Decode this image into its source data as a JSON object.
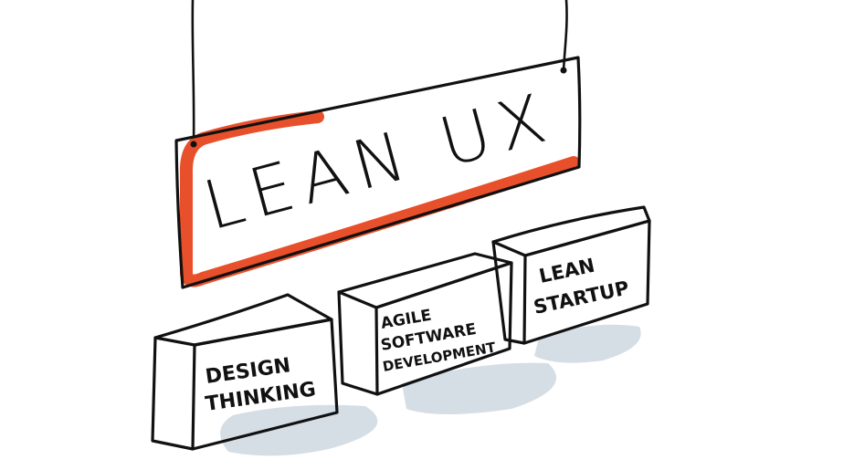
{
  "sign": {
    "title": "LEAN UX",
    "accent_color": "#e8502c"
  },
  "blocks": [
    {
      "lines": [
        "DESIGN",
        "THINKING"
      ]
    },
    {
      "lines": [
        "AGILE",
        "SOFTWARE",
        "DEVELOPMENT"
      ]
    },
    {
      "lines": [
        "LEAN",
        "STARTUP"
      ]
    }
  ],
  "colors": {
    "ink": "#111111",
    "shadow": "#d5dde5",
    "accent": "#e8502c"
  }
}
